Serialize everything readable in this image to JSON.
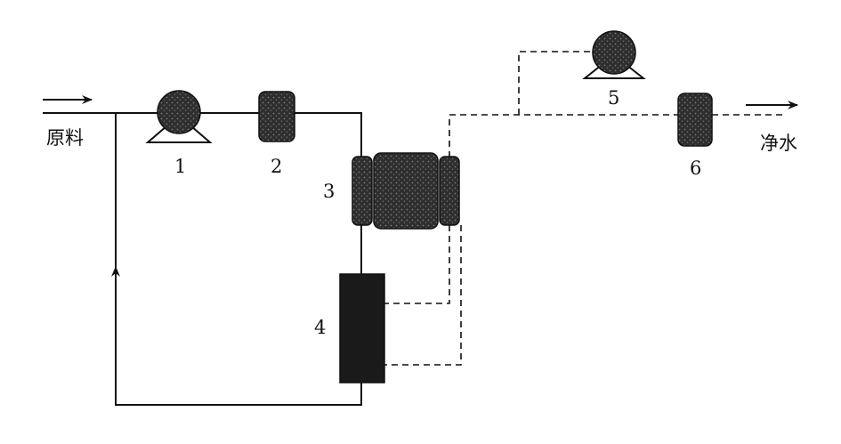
{
  "labels": {
    "feed": "原料",
    "product": "净水",
    "unit1": "1",
    "unit2": "2",
    "unit3": "3",
    "unit4": "4",
    "unit5": "5",
    "unit6": "6"
  },
  "colors": {
    "line": "#111111",
    "equipment": "#3a3a3a"
  }
}
